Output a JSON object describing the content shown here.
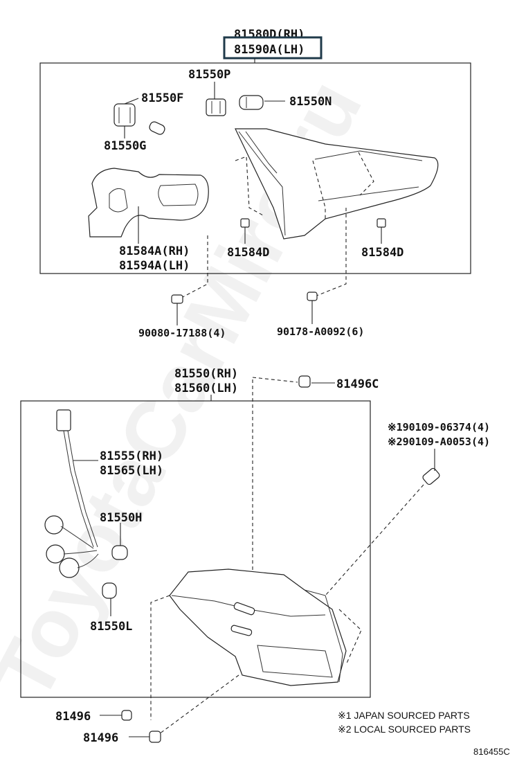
{
  "watermark": "ToyotaCarMiro.ru",
  "upper": {
    "assembly_rh": "81580D(RH)",
    "assembly_lh": "81590A(LH)",
    "parts": {
      "p81550P": "81550P",
      "p81550F": "81550F",
      "p81550N": "81550N",
      "p81550G": "81550G",
      "p81584A": "81584A(RH)",
      "p81594A": "81594A(LH)",
      "p81584D_1": "81584D",
      "p81584D_2": "81584D"
    },
    "fasteners": {
      "f1": "90080-17188(4)",
      "f2": "90178-A0092(6)"
    }
  },
  "lower": {
    "assembly_rh": "81550(RH)",
    "assembly_lh": "81560(LH)",
    "parts": {
      "p81496C": "81496C",
      "p81555": "81555(RH)",
      "p81565": "81565(LH)",
      "p81550H": "81550H",
      "p81550L": "81550L",
      "p81496_1": "81496",
      "p81496_2": "81496"
    },
    "screws": {
      "s1": "※190109-06374(4)",
      "s2": "※290109-A0053(4)"
    }
  },
  "notes": {
    "n1": "※1 JAPAN SOURCED PARTS",
    "n2": "※2 LOCAL SOURCED PARTS"
  },
  "diagram_code": "816455C"
}
